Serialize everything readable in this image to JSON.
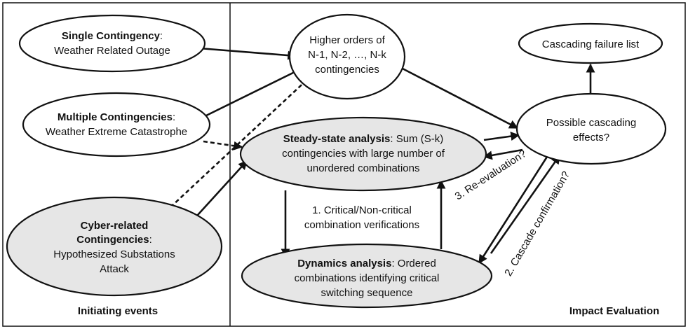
{
  "panels": {
    "left_title": "Initiating events",
    "right_title": "Impact Evaluation"
  },
  "nodes": {
    "single": {
      "bold": "Single Contingency",
      "rest": ":",
      "line2": "Weather Related Outage"
    },
    "multiple": {
      "bold": "Multiple Contingencies",
      "rest": ":",
      "line2": "Weather Extreme Catastrophe"
    },
    "cyber": {
      "bold1": "Cyber-related",
      "bold2": "Contingencies",
      "rest": ":",
      "line3": "Hypothesized Substations",
      "line4": "Attack"
    },
    "higher": {
      "line1": "Higher orders of",
      "line2": "N-1, N-2, …, N-k",
      "line3": "contingencies"
    },
    "steady": {
      "bold": "Steady-state analysis",
      "rest": ": Sum (S-k)",
      "line2": "contingencies with large number of",
      "line3": "unordered combinations"
    },
    "dynamics": {
      "bold": "Dynamics analysis",
      "rest": ": Ordered",
      "line2": "combinations identifying critical",
      "line3": "switching sequence"
    },
    "cascade_list": {
      "label": "Cascading failure list"
    },
    "possible": {
      "line1": "Possible cascading",
      "line2": "effects?"
    }
  },
  "edge_labels": {
    "critical_line1": "1. Critical/Non-critical",
    "critical_line2": "combination verifications",
    "confirmation": "2. Cascade confirmation?",
    "reevaluation": "3. Re-evaluation?"
  }
}
